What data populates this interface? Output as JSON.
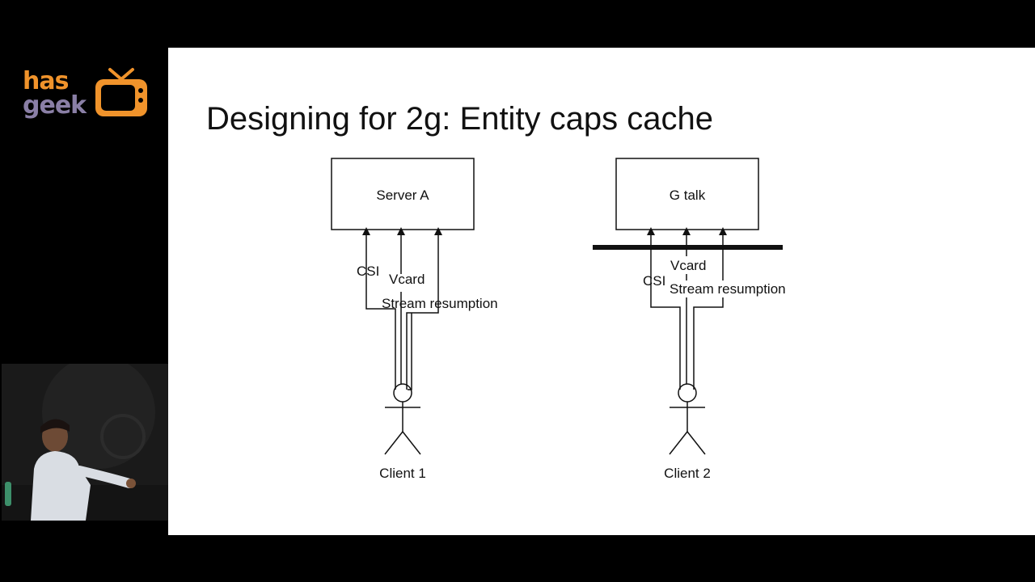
{
  "branding": {
    "logo_top": "has",
    "logo_bottom": "geek",
    "colors": {
      "orange": "#f0932b",
      "purple": "#8a7fa6"
    }
  },
  "speaker_video": {
    "description_icon": "camera-feed"
  },
  "slide": {
    "title": "Designing for 2g: Entity caps cache",
    "left_diagram": {
      "server_label": "Server A",
      "arrow_labels": [
        "CSI",
        "Vcard",
        "Stream resumption"
      ],
      "client_label": "Client 1"
    },
    "right_diagram": {
      "server_label": "G talk",
      "arrow_labels": [
        "CSI",
        "Vcard",
        "Stream resumption"
      ],
      "client_label": "Client 2"
    }
  }
}
